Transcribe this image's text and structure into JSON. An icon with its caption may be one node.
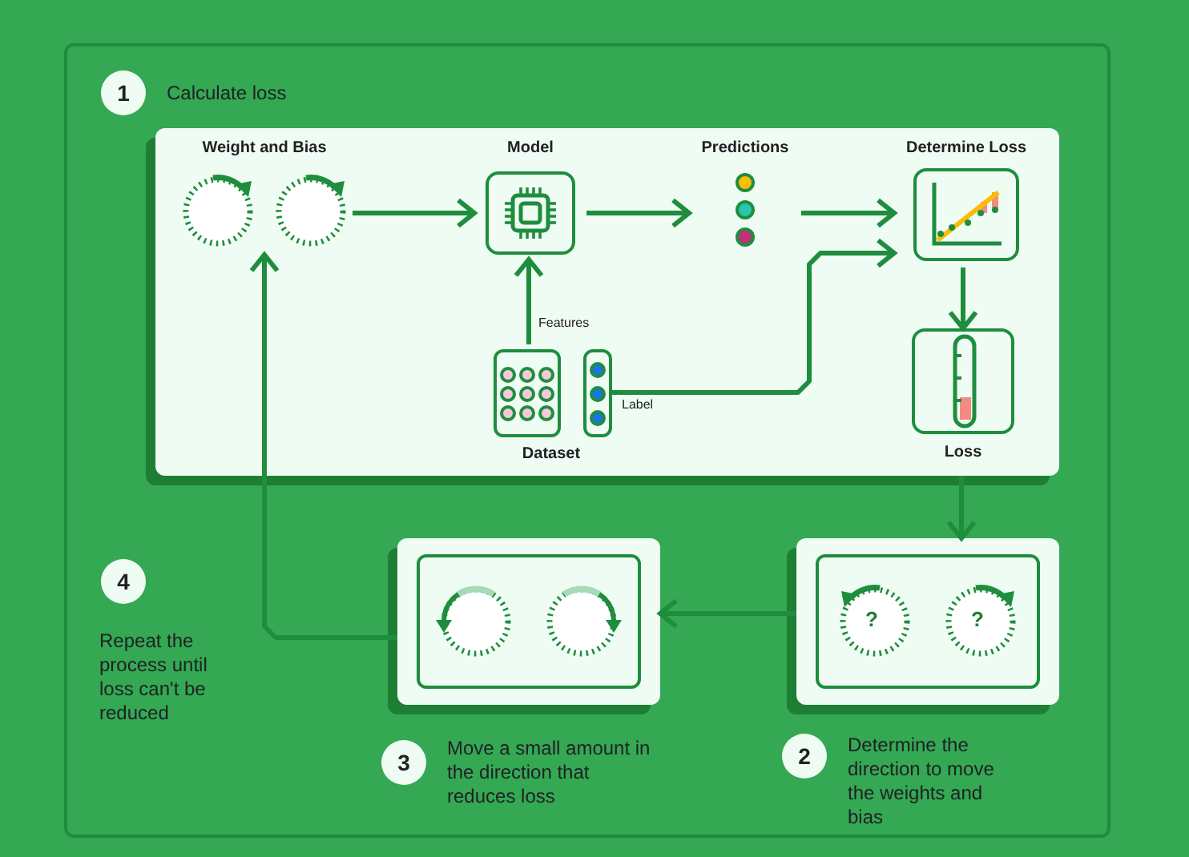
{
  "diagram": {
    "nodes": [
      {
        "text": [],
        "shape": "box"
      },
      {
        "text": [
          "Weight and Bias"
        ],
        "in": 0
      },
      {
        "text": [
          "Model"
        ],
        "in": 0
      },
      {
        "text": [
          "Predictions"
        ],
        "in": 0
      },
      {
        "text": [
          "Determine Loss"
        ],
        "in": 0
      },
      {
        "text": [
          "Loss"
        ],
        "in": 0
      },
      {
        "text": [
          "Dataset"
        ],
        "in": 0
      },
      {
        "text": [],
        "shape": "box",
        "in": 0
      },
      {
        "text": [],
        "shape": "box"
      },
      {
        "text": [],
        "shape": "box"
      },
      {
        "text": [
          "1"
        ],
        "beside": [
          "Calculate loss"
        ]
      },
      {
        "text": [
          "2"
        ],
        "beside": [
          "Determine the direction to move the weights and bias"
        ]
      },
      {
        "text": [
          "3"
        ],
        "beside": [
          "Move a small amount in the direction that reduces loss"
        ]
      },
      {
        "text": [
          "4"
        ],
        "beside": [
          "Repeat the process until loss can't be reduced"
        ]
      }
    ],
    "edges": [
      {
        "from": 1,
        "to": 2,
        "arrow": "to"
      },
      {
        "from": 2,
        "to": 3,
        "arrow": "to"
      },
      {
        "from": 3,
        "to": 4,
        "arrow": "to"
      },
      {
        "from": 6,
        "to": 2,
        "arrow": "to",
        "label": "Features"
      },
      {
        "from": 7,
        "to": 4,
        "arrow": "to",
        "label": "Label"
      },
      {
        "from": 4,
        "to": 5,
        "arrow": "to"
      },
      {
        "from": 0,
        "to": 9,
        "arrow": "to"
      },
      {
        "from": 9,
        "to": 8,
        "arrow": "to"
      },
      {
        "from": 8,
        "to": 1,
        "arrow": "to"
      }
    ],
    "labels": [
      "?",
      "?"
    ]
  }
}
